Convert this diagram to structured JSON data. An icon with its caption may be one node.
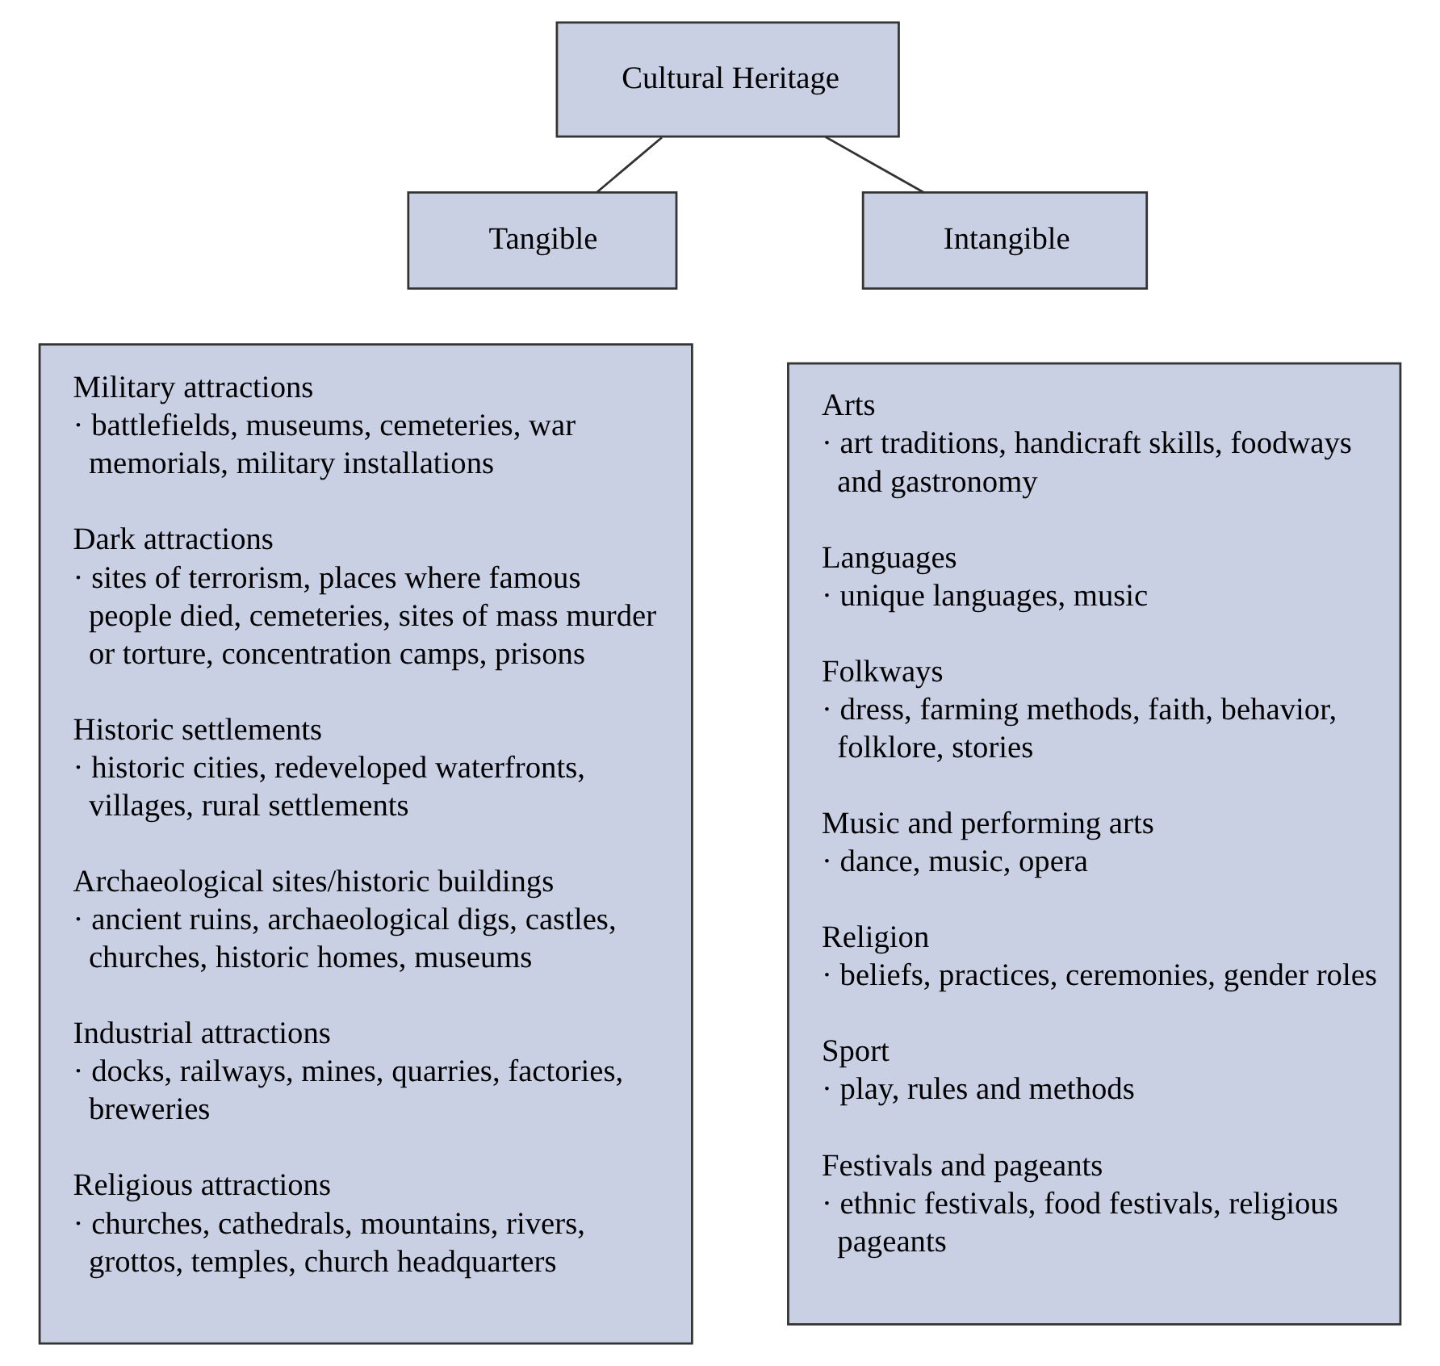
{
  "diagram": {
    "nodes": [
      {
        "text": [
          "Cultural Heritage"
        ]
      },
      {
        "text": [
          "Tangible"
        ]
      },
      {
        "text": [
          "Intangible"
        ]
      },
      {
        "text": [
          "Military attractions",
          "· battlefields, museums, cemeteries, war memorials, military installations",
          "Dark attractions",
          "· sites of terrorism, places where famous people died, cemeteries, sites of mass murder or torture, concentration camps, prisons",
          "Historic settlements",
          "· historic cities, redeveloped waterfronts, villages, rural settlements",
          "Archaeological sites/historic buildings",
          "· ancient ruins, archaeological digs, castles, churches, historic homes, museums",
          "Industrial attractions",
          "· docks, railways, mines, quarries, factories, breweries",
          "Religious attractions",
          "· churches, cathedrals, mountains, rivers, grottos, temples, church headquarters"
        ]
      },
      {
        "text": [
          "Arts",
          "· art traditions, handicraft skills, foodways and gastronomy",
          "Languages",
          "· unique languages, music",
          "Folkways",
          "· dress, farming methods, faith, behavior, folklore, stories",
          "Music and performing arts",
          "· dance, music, opera",
          "Religion",
          "· beliefs, practices, ceremonies, gender roles",
          "Sport",
          "· play, rules and methods",
          "Festivals and pageants",
          "· ethnic festivals, food festivals, religious pageants"
        ]
      }
    ],
    "edges": [
      {
        "from": 0,
        "to": 1,
        "arrow": "none"
      },
      {
        "from": 0,
        "to": 2,
        "arrow": "none"
      }
    ]
  }
}
